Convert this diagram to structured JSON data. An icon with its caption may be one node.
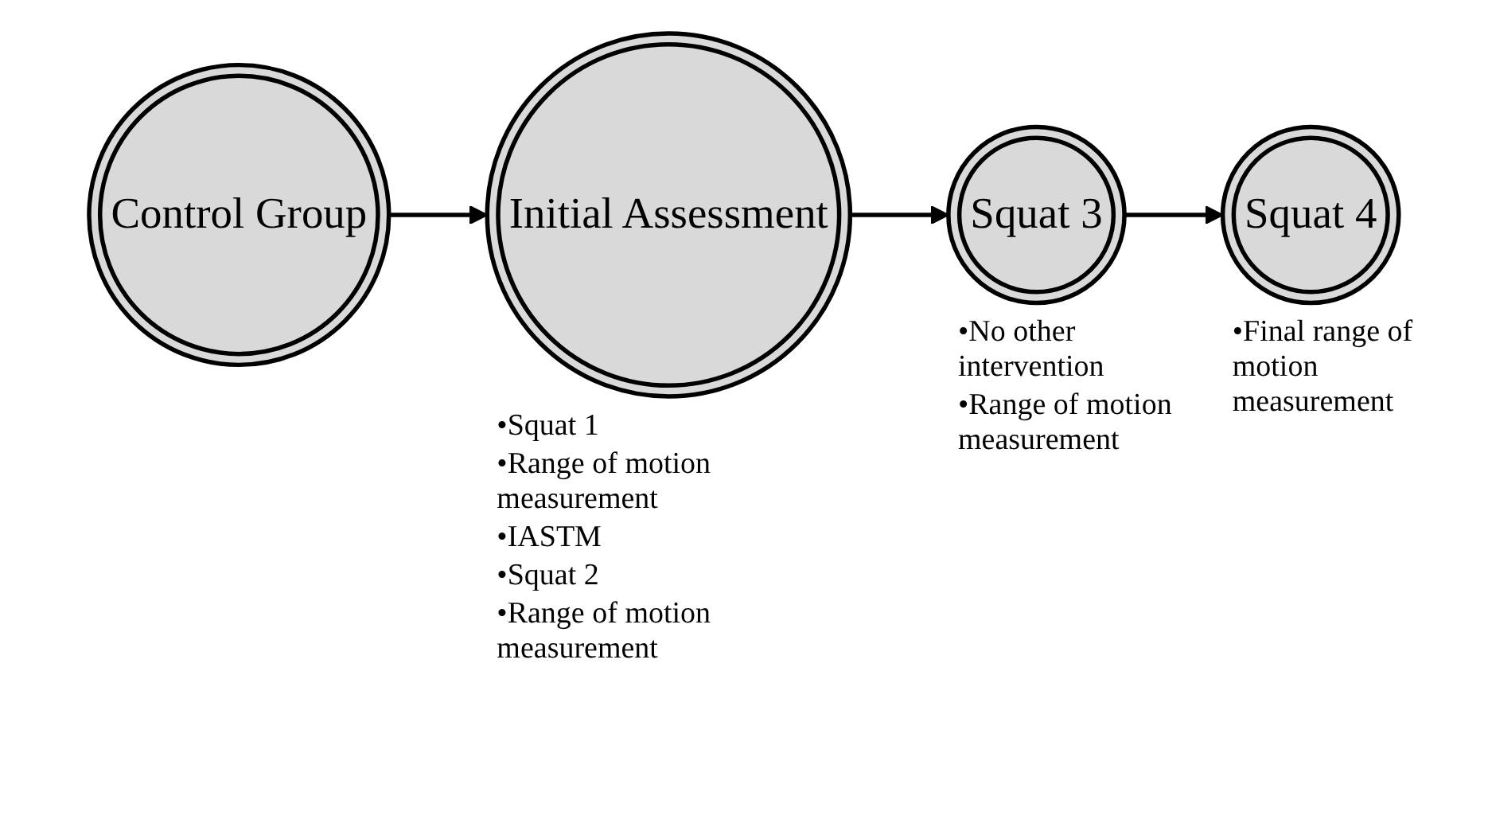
{
  "diagram": {
    "nodes": [
      {
        "text": [
          "Control Group"
        ]
      },
      {
        "text": [
          "Initial Assessment"
        ],
        "beside": [
          "•Squat 1",
          "•Range of motion measurement",
          "•IASTM",
          "•Squat 2",
          "•Range of motion measurement"
        ]
      },
      {
        "text": [
          "Squat 3"
        ],
        "beside": [
          "•No other intervention",
          "•Range of motion measurement"
        ]
      },
      {
        "text": [
          "Squat 4"
        ],
        "beside": [
          "•Final range of motion measurement"
        ]
      }
    ],
    "edges": [
      {
        "from": 0,
        "to": 1,
        "arrow": "to"
      },
      {
        "from": 1,
        "to": 2,
        "arrow": "to"
      },
      {
        "from": 2,
        "to": 3,
        "arrow": "to"
      }
    ]
  }
}
